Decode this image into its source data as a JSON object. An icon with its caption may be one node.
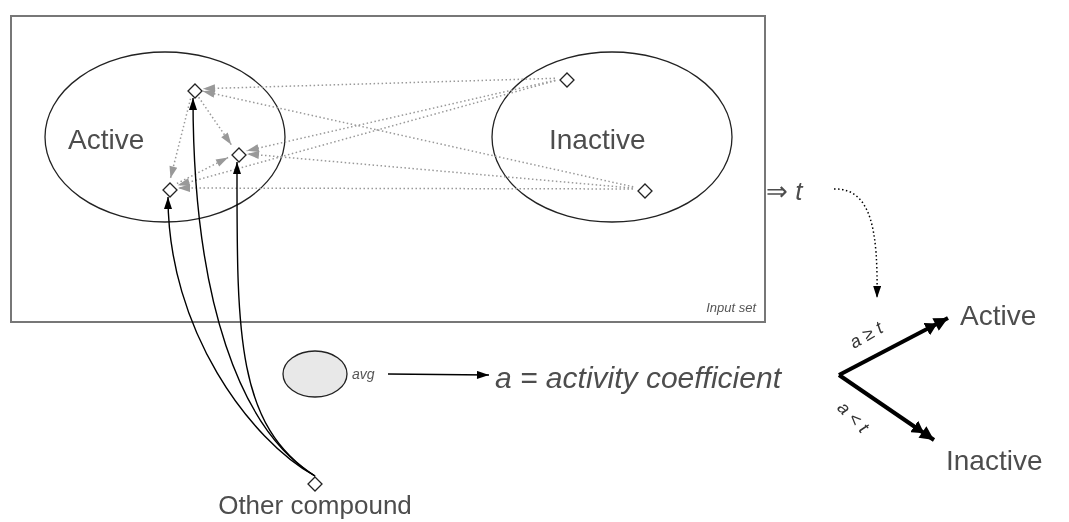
{
  "diagram": {
    "nodes": [
      {
        "text": [
          "Input set"
        ]
      },
      {
        "text": [
          "Active"
        ],
        "in": 0
      },
      {
        "text": [
          "Inactive"
        ],
        "in": 0
      },
      {
        "text": [],
        "shape": "diamond",
        "in": 1
      },
      {
        "text": [],
        "shape": "diamond",
        "in": 1
      },
      {
        "text": [],
        "shape": "diamond",
        "in": 1
      },
      {
        "text": [],
        "shape": "diamond",
        "in": 2
      },
      {
        "text": [],
        "shape": "diamond",
        "in": 2
      },
      {
        "text": [],
        "shape": "ellipse",
        "beside": [
          "avg"
        ]
      },
      {
        "text": [],
        "shape": "diamond",
        "beside": [
          "Other compound"
        ]
      },
      {
        "text": [
          "⇒ *t*"
        ]
      },
      {
        "text": [
          "a = activity coefficient"
        ]
      },
      {
        "text": [
          "Active"
        ]
      },
      {
        "text": [
          "Inactive"
        ]
      }
    ],
    "edges": [
      {
        "from": 6,
        "to": 3,
        "arrow": "to",
        "style": "dashed",
        "color": "#999999"
      },
      {
        "from": 6,
        "to": 4,
        "arrow": "to",
        "style": "dashed",
        "color": "#999999"
      },
      {
        "from": 6,
        "to": 5,
        "arrow": "to",
        "style": "dashed",
        "color": "#999999"
      },
      {
        "from": 7,
        "to": 3,
        "arrow": "to",
        "style": "dashed",
        "color": "#999999"
      },
      {
        "from": 7,
        "to": 4,
        "arrow": "to",
        "style": "dashed",
        "color": "#999999"
      },
      {
        "from": 7,
        "to": 5,
        "arrow": "to",
        "style": "dashed",
        "color": "#999999"
      },
      {
        "from": 3,
        "to": 4,
        "arrow": "to",
        "style": "dashed",
        "color": "#999999"
      },
      {
        "from": 3,
        "to": 5,
        "arrow": "to",
        "style": "dashed",
        "color": "#999999"
      },
      {
        "from": 5,
        "to": 4,
        "arrow": "to",
        "style": "dashed",
        "color": "#999999"
      },
      {
        "from": 9,
        "to": 5,
        "arrow": "to",
        "color": "#000000"
      },
      {
        "from": 9,
        "to": 3,
        "arrow": "to",
        "color": "#000000"
      },
      {
        "from": 9,
        "to": 4,
        "arrow": "to",
        "color": "#000000"
      },
      {
        "from": 8,
        "to": 11,
        "arrow": "to",
        "color": "#000000"
      },
      {
        "from": 10,
        "to": null,
        "arrow": "to",
        "style": "dashed",
        "color": "#000000"
      },
      {
        "from": 11,
        "to": 12,
        "arrow": "to",
        "style": "thick",
        "color": "#000000",
        "label": "a ≥ t"
      },
      {
        "from": 11,
        "to": 13,
        "arrow": "to",
        "style": "thick",
        "color": "#000000",
        "label": "a < t"
      }
    ]
  }
}
